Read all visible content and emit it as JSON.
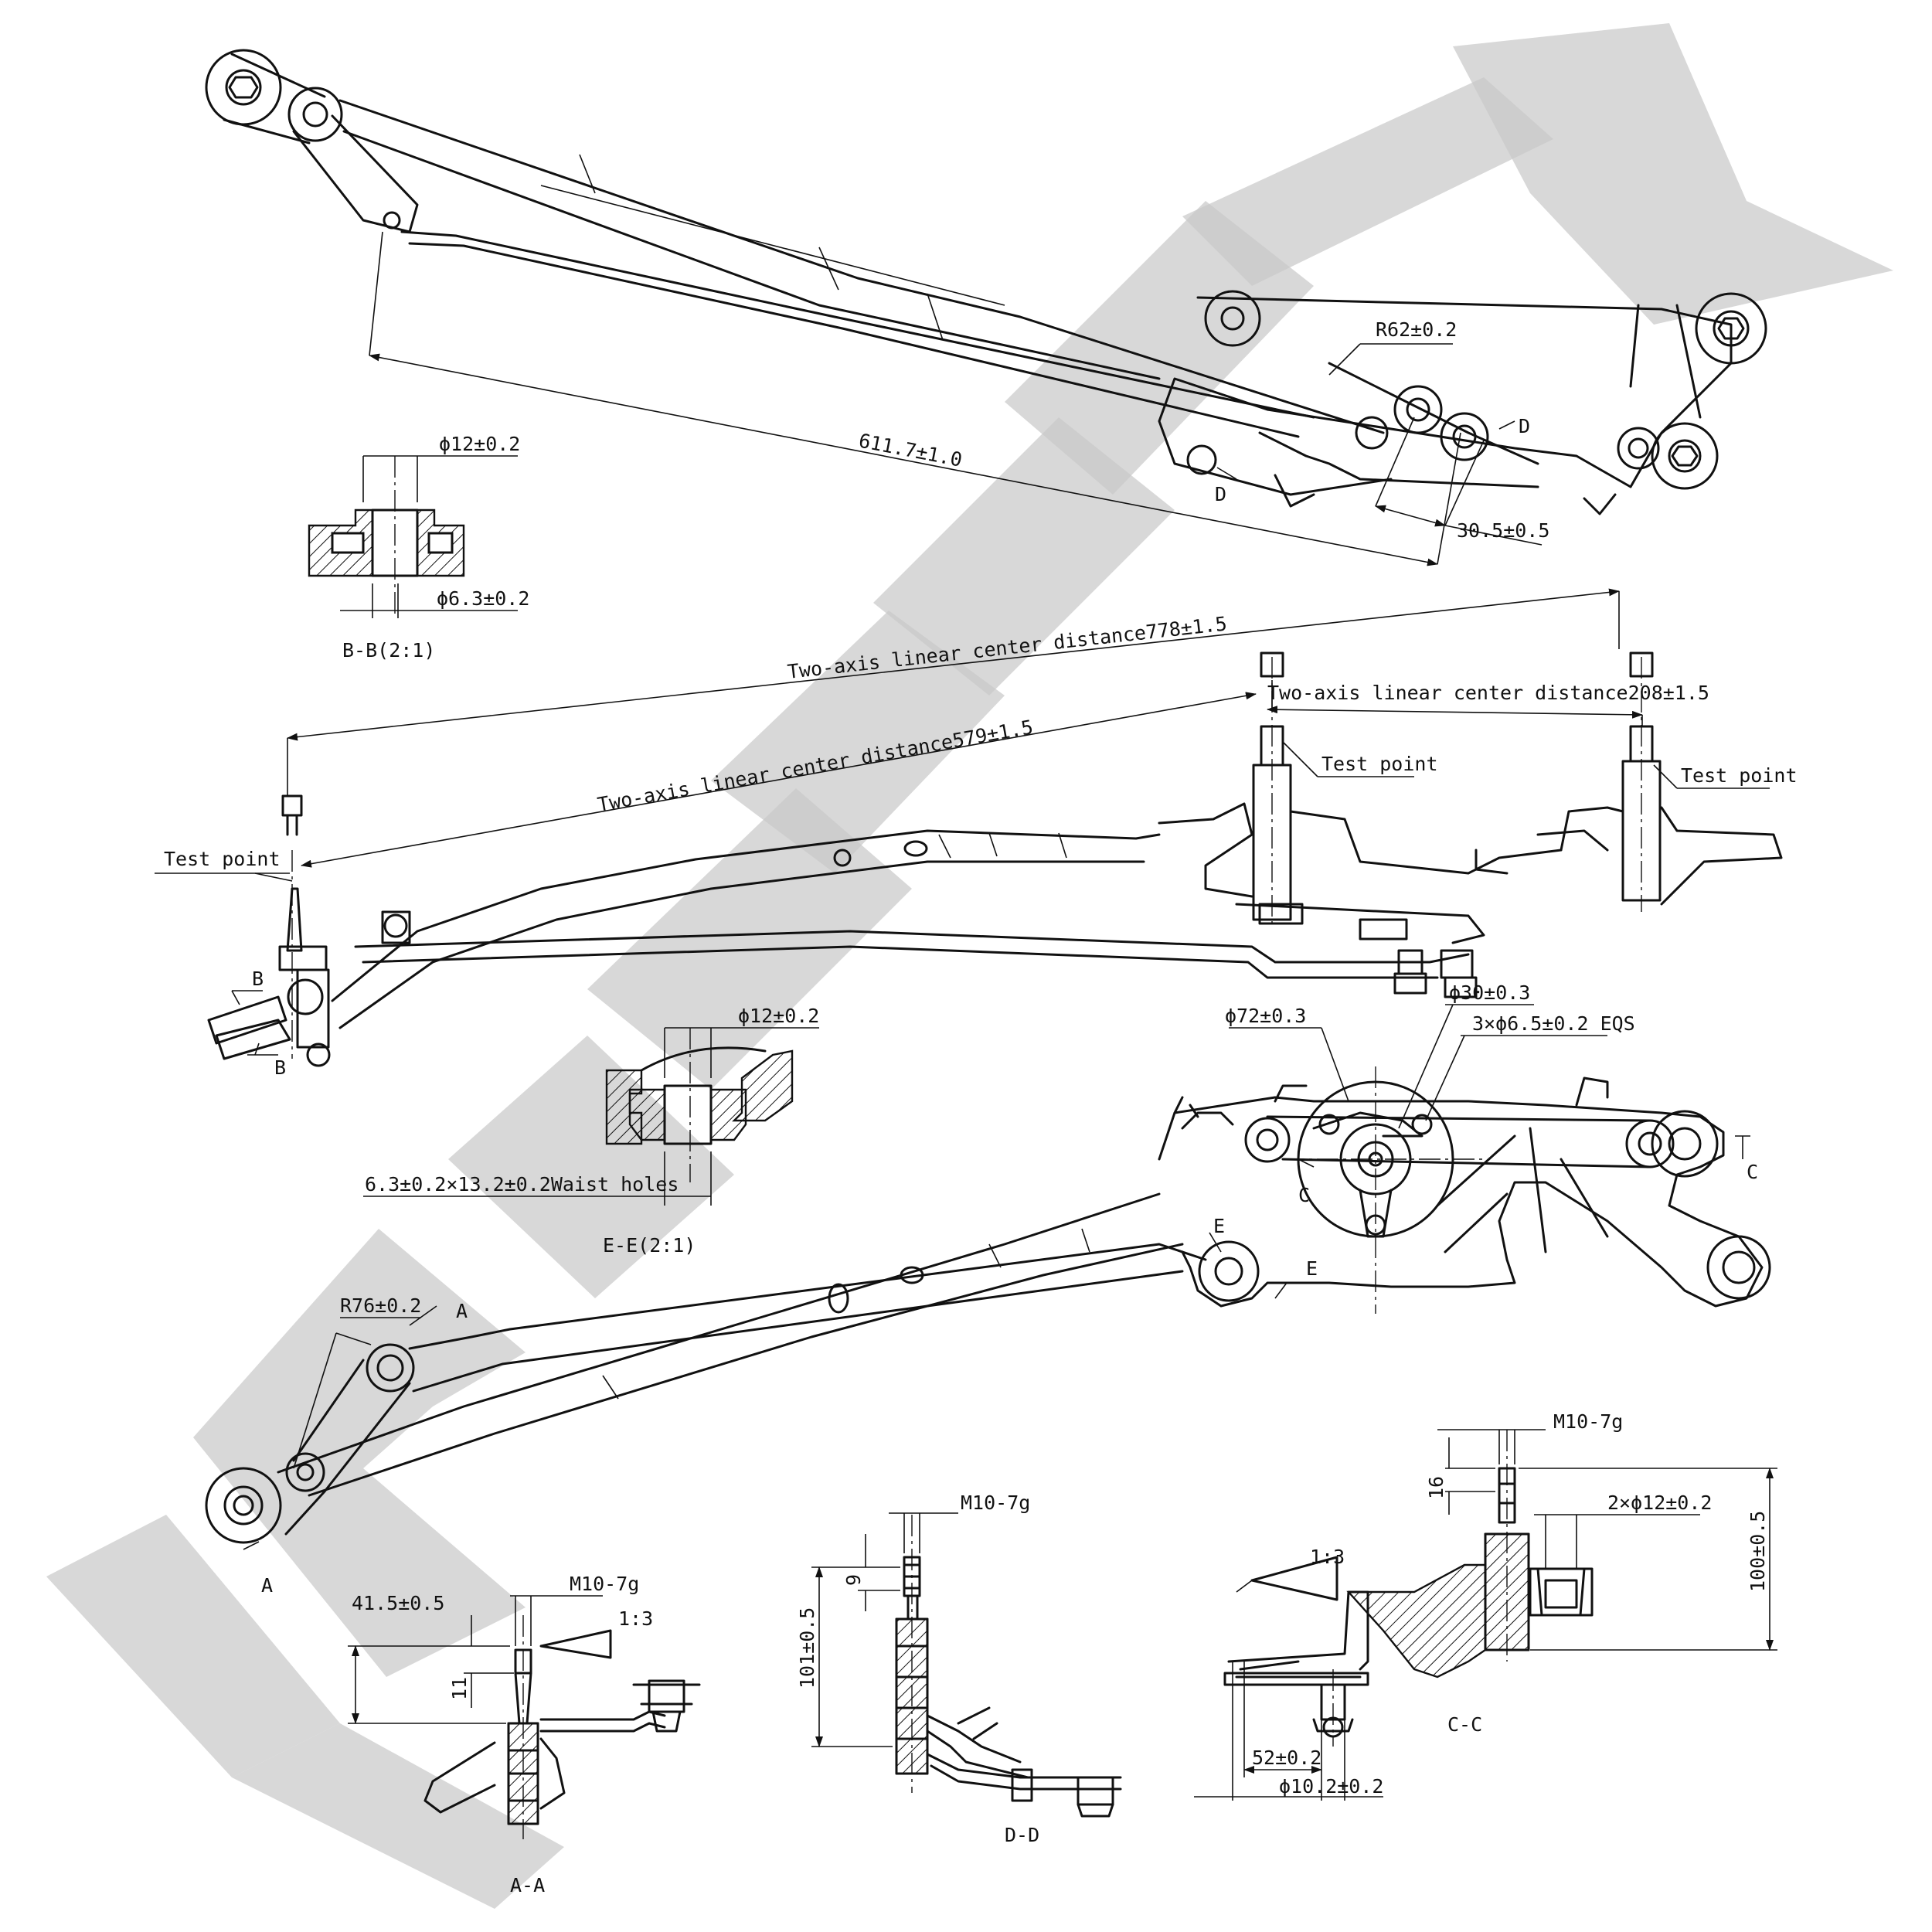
{
  "colors": {
    "ink": "#111111",
    "watermark": "#c8c8c8",
    "background": "#ffffff"
  },
  "top_view": {
    "radius": "R62±0.2",
    "length": "611.7±1.0",
    "offset": "30.5±0.5",
    "section_d_top": "D",
    "section_d_bottom": "D"
  },
  "section_bb": {
    "caption": "B-B(2:1)",
    "bore_outer": "ϕ12±0.2",
    "bore_inner": "ϕ6.3±0.2"
  },
  "middle_view": {
    "dist_778": "Two-axis linear center distance778±1.5",
    "dist_579": "Two-axis linear center distance579±1.5",
    "dist_208": "Two-axis linear center distance208±1.5",
    "test_point_left": "Test point",
    "test_point_mid": "Test point",
    "test_point_right": "Test point",
    "section_b_top": "B",
    "section_b_bottom": "B"
  },
  "section_ee": {
    "caption": "E-E(2:1)",
    "bore": "ϕ12±0.2",
    "slot": "6.3±0.2×13.2±0.2Waist holes"
  },
  "bottom_view": {
    "motor_flange": "ϕ72±0.3",
    "pilot": "ϕ30±0.3",
    "holes": "3×ϕ6.5±0.2 EQS",
    "radius": "R76±0.2",
    "section_a_top": "A",
    "section_a_bottom": "A",
    "section_c_left": "C",
    "section_c_right": "C",
    "section_e_top": "E",
    "section_e_bottom": "E"
  },
  "section_aa": {
    "caption": "A-A",
    "thread": "M10-7g",
    "height": "41.5±0.5",
    "taper": "1:3",
    "thread_len": "11"
  },
  "section_dd": {
    "caption": "D-D",
    "thread": "M10-7g",
    "thread_len": "9",
    "height": "101±0.5"
  },
  "section_cc": {
    "caption": "C-C",
    "thread": "M10-7g",
    "thread_len": "16",
    "bores": "2×ϕ12±0.2",
    "height": "100±0.5",
    "taper": "1:3",
    "offset": "52±0.2",
    "pin": "ϕ10.2±0.2"
  }
}
